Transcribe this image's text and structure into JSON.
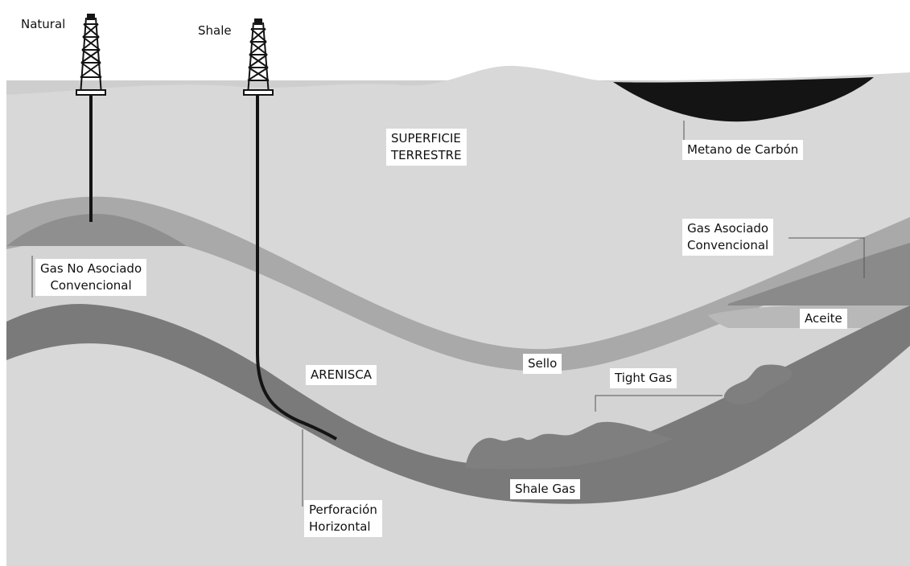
{
  "labels": {
    "natural": "Natural",
    "shale_rig": "Shale",
    "superficie": [
      "SUPERFICIE",
      "TERRESTRE"
    ],
    "metano": "Metano de Carbón",
    "gas_asociado": [
      "Gas Asociado",
      "Convencional"
    ],
    "gas_no_asociado": [
      "Gas No Asociado",
      "Convencional"
    ],
    "aceite": "Aceite",
    "sello": "Sello",
    "arenisca": "ARENISCA",
    "tight_gas": "Tight Gas",
    "shale_gas": "Shale Gas",
    "perforacion": [
      "Perforación",
      "Horizontal"
    ]
  },
  "colors": {
    "sky": "#ffffff",
    "surface": "#d8d8d8",
    "seal": "#a9a9a9",
    "sandstone": "#d4d4d4",
    "shale": "#7a7a7a",
    "deep": "#cecece",
    "coal": "#141414",
    "gas_pocket": "#7f7f7f",
    "oil": "#b8b8b8"
  }
}
